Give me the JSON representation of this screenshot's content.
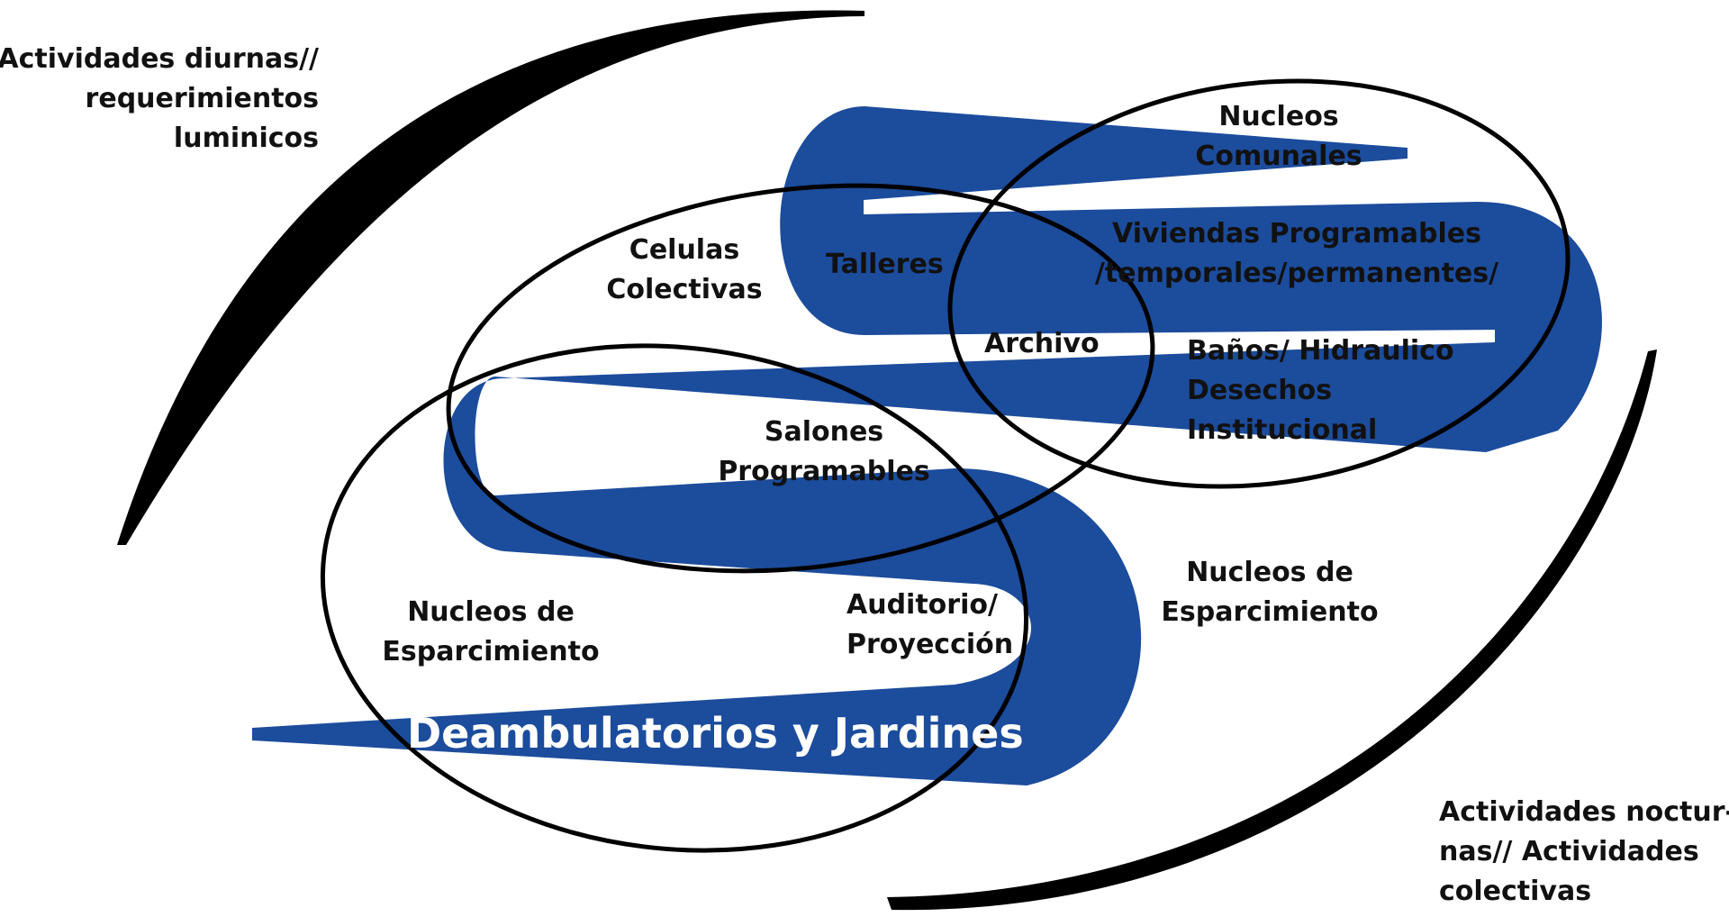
{
  "colors": {
    "ribbon": "#1c4c9c",
    "outline": "#000000",
    "text": "#111111",
    "ribbon_text": "#ffffff"
  },
  "labels": {
    "day_activities": "Actividades diurnas//\nrequerimientos\nluminicos",
    "night_activities": "Actividades noctur-\nnas// Actividades\ncolectivas",
    "communal_nuclei": "Nucleos\nComunales",
    "housing": "Viviendas Programables\n/temporales/permanentes/",
    "workshops": "Talleres",
    "archive": "Archivo",
    "collective_cells": "Celulas\nColectivas",
    "services": "Baños/ Hidraulico\nDesechos\nInstitucional",
    "halls": "Salones\nProgramables",
    "leisure_left": "Nucleos de\nEsparcimiento",
    "leisure_right": "Nucleos de\nEsparcimiento",
    "auditorium": "Auditorio/\nProyección",
    "walkways": "Deambulatorios y Jardines"
  }
}
